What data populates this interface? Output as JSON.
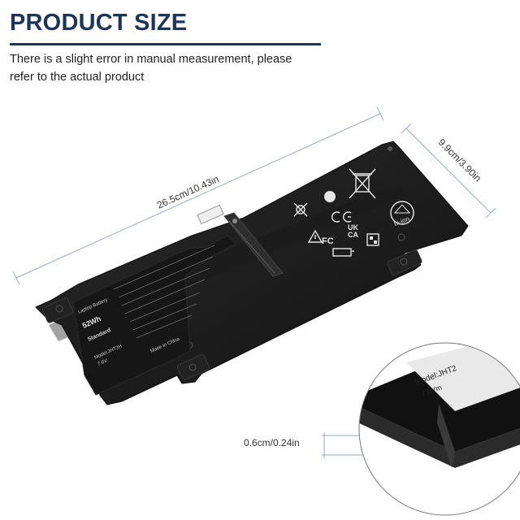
{
  "header": {
    "title": "PRODUCT SIZE",
    "note_line1": "There is a slight error in manual measurement, please",
    "note_line2": "refer to the actual product"
  },
  "dimensions": {
    "length": "26.5cm/10.43in",
    "width": "9.9cm/3.90in",
    "thickness": "0.6cm/0.24in"
  },
  "battery_label": {
    "type": "Laptop Battery",
    "capacity": "52Wh",
    "grade": "Standard",
    "model": "Model:JHT2H",
    "voltage": "7.6V",
    "made_in": "Made in China",
    "cell": "Li-ion"
  },
  "zoom_label": {
    "model": "Model:JHT2",
    "voltage": "7.6Vm"
  },
  "colors": {
    "title": "#1f3558",
    "battery": "#1c1c1c",
    "dimension_line": "#9aa9c4"
  },
  "icons": [
    "recycle-bin-crossed-icon",
    "rohs-icon",
    "ce-mark-icon",
    "warning-triangle-icon",
    "ukca-mark-icon",
    "fc-mark-icon",
    "battery-polarity-icon",
    "recycle-li-ion-icon"
  ]
}
